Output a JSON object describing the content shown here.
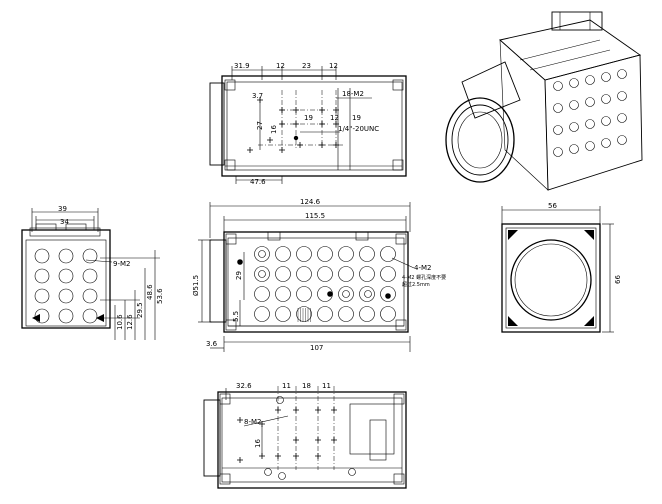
{
  "top_view": {
    "dims": [
      "31.9",
      "12",
      "23",
      "12",
      "3.7",
      "27",
      "16",
      "19",
      "12",
      "19",
      "47.6"
    ],
    "callouts": [
      "18-M2",
      "1/4\"-20UNC"
    ]
  },
  "side_view": {
    "dims": [
      "39",
      "34",
      "48.6",
      "53.6",
      "29.5",
      "12.6",
      "10.6"
    ],
    "callout": "9-M2"
  },
  "front_view": {
    "dims": [
      "124.6",
      "115.5",
      "29",
      "5.5",
      "3.6",
      "107",
      "Ø51.5"
    ],
    "callout": "4-M2",
    "note_line1": "4-M2 螺孔深度不要",
    "note_line2": "超过2.5mm"
  },
  "end_view": {
    "dims": [
      "56",
      "66"
    ]
  },
  "bottom_view": {
    "dims": [
      "32.6",
      "11",
      "18",
      "11",
      "16"
    ],
    "callout": "8-M2"
  }
}
